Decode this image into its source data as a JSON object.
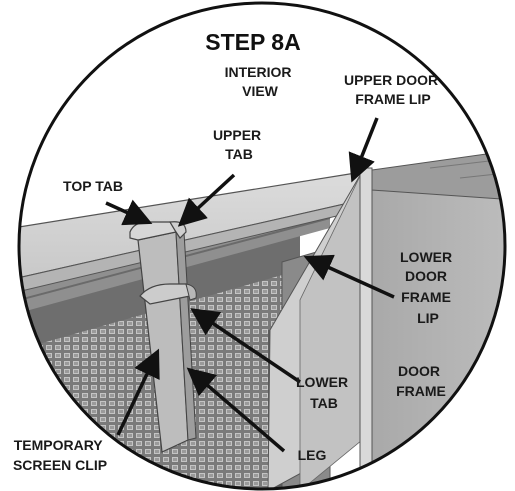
{
  "diagram": {
    "title": "STEP 8A",
    "labels": {
      "interior_view": [
        "INTERIOR",
        "VIEW"
      ],
      "upper_door_frame_lip": [
        "UPPER DOOR",
        "FRAME LIP"
      ],
      "upper_tab": [
        "UPPER",
        "TAB"
      ],
      "top_tab": [
        "TOP TAB"
      ],
      "lower_door_frame_lip": [
        "LOWER",
        "DOOR",
        "FRAME",
        "LIP"
      ],
      "door_frame": [
        "DOOR",
        "FRAME"
      ],
      "lower_tab": [
        "LOWER",
        "TAB"
      ],
      "temporary_screen_clip": [
        "TEMPORARY",
        "SCREEN CLIP"
      ],
      "leg": [
        "LEG"
      ]
    }
  }
}
